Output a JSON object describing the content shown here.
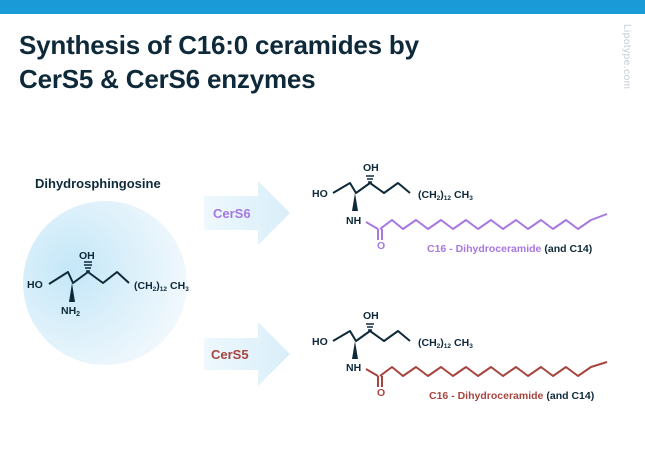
{
  "header": {
    "title_line1": "Synthesis of C16:0 ceramides by",
    "title_line2": "CerS5 & CerS6 enzymes",
    "watermark": "Lipotype.com"
  },
  "substrate": {
    "label": "Dihydrosphingosine",
    "oh": "OH",
    "ho": "HO",
    "nh2": "NH",
    "nh2_sub": "2",
    "chain_open": "(CH",
    "chain_h_sub": "2",
    "chain_close": ")",
    "chain_n": "12",
    "chain_end": "CH",
    "chain_end_sub": "3"
  },
  "pathways": [
    {
      "enzyme": "CerS6",
      "color": "#a678e0",
      "product_name": "C16 - Dihydroceramide",
      "product_note": "(and C14)",
      "oh": "OH",
      "ho": "HO",
      "nh": "NH",
      "o": "O",
      "chain_open": "(CH",
      "chain_h_sub": "2",
      "chain_close": ")",
      "chain_n": "12",
      "chain_end": "CH",
      "chain_end_sub": "3"
    },
    {
      "enzyme": "CerS5",
      "color": "#a6453e",
      "product_name": "C16 - Dihydroceramide",
      "product_note": "(and C14)",
      "oh": "OH",
      "ho": "HO",
      "nh": "NH",
      "o": "O",
      "chain_open": "(CH",
      "chain_h_sub": "2",
      "chain_close": ")",
      "chain_n": "12",
      "chain_end": "CH",
      "chain_end_sub": "3"
    }
  ],
  "colors": {
    "brand_bar": "#1a9bd7",
    "ink": "#0e2a3a",
    "arrow_fill": "#e4f3fc",
    "circle_center": "#c4e7f8"
  }
}
